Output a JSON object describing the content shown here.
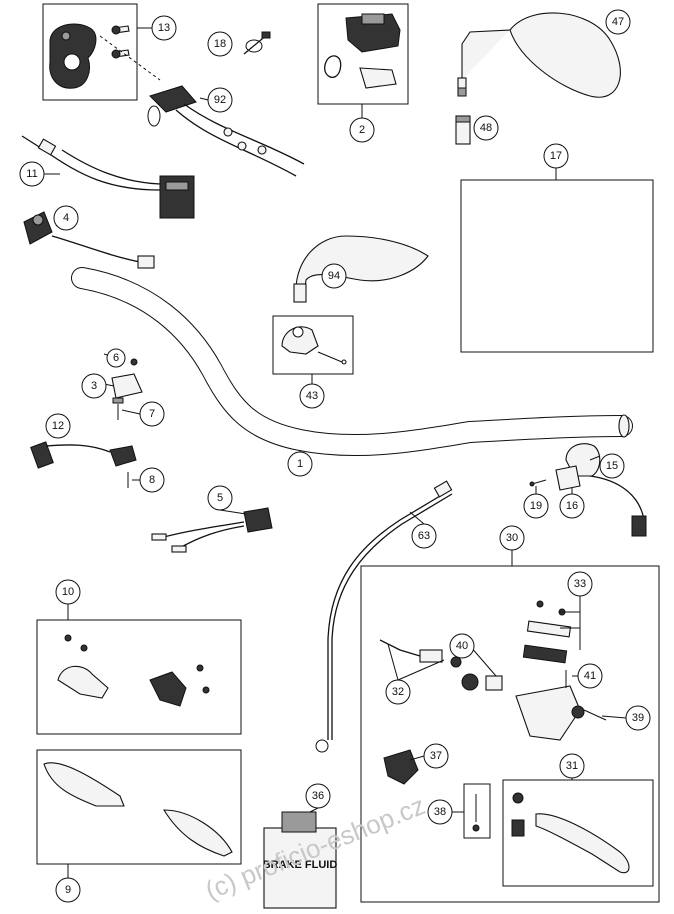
{
  "callouts": [
    "13",
    "18",
    "2",
    "47",
    "92",
    "48",
    "11",
    "17",
    "4",
    "94",
    "43",
    "6",
    "3",
    "7",
    "12",
    "1",
    "15",
    "8",
    "19",
    "16",
    "5",
    "63",
    "30",
    "10",
    "33",
    "40",
    "41",
    "32",
    "39",
    "37",
    "31",
    "38",
    "36",
    "9"
  ],
  "container_label": {
    "text": "BRAKE FLUID"
  },
  "watermark": {
    "text": "(c) proficio-eshop.cz"
  }
}
